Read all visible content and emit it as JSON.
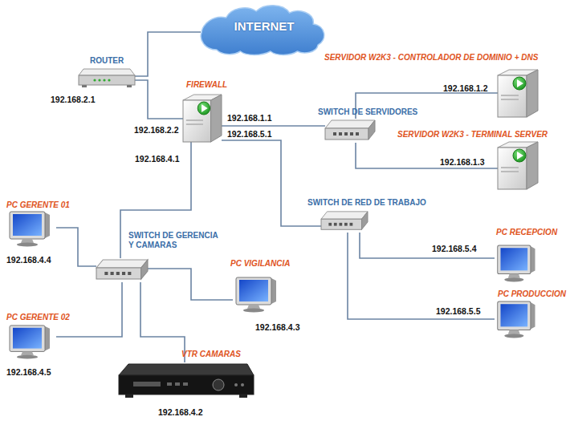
{
  "diagram": {
    "nodes": [
      {
        "text": [
          "INTERNET"
        ]
      },
      {
        "text": [
          "ROUTER",
          "192.168.2.1"
        ]
      },
      {
        "text": [
          "FIREWALL"
        ]
      },
      {
        "text": [
          "SERVIDOR W2K3 - CONTROLADOR DE DOMINIO + DNS",
          "192.168.1.2"
        ]
      },
      {
        "text": [
          "SWITCH DE SERVIDORES"
        ]
      },
      {
        "text": [
          "SERVIDOR W2K3 - TERMINAL SERVER",
          "192.168.1.3"
        ]
      },
      {
        "text": [
          "SWITCH DE RED DE TRABAJO"
        ]
      },
      {
        "text": [
          "PC GERENTE 01",
          "192.168.4.4"
        ]
      },
      {
        "text": [
          "SWITCH DE GERENCIA Y CAMARAS"
        ]
      },
      {
        "text": [
          "PC RECEPCION",
          "192.168.5.4"
        ]
      },
      {
        "text": [
          "PC VIGILANCIA",
          "192.168.4.3"
        ]
      },
      {
        "text": [
          "PC PRODUCCION",
          "192.168.5.5"
        ]
      },
      {
        "text": [
          "PC GERENTE 02",
          "192.168.4.5"
        ]
      },
      {
        "text": [
          "VTR CAMARAS",
          "192.168.4.2"
        ]
      }
    ],
    "edges": [
      {
        "from": 0,
        "to": 1,
        "arrow": "none"
      },
      {
        "from": 1,
        "to": 2,
        "arrow": "none",
        "label": "192.168.2.2"
      },
      {
        "from": 2,
        "to": 4,
        "arrow": "none",
        "label": "192.168.1.1"
      },
      {
        "from": 4,
        "to": 3,
        "arrow": "none"
      },
      {
        "from": 4,
        "to": 5,
        "arrow": "none"
      },
      {
        "from": 2,
        "to": 6,
        "arrow": "none",
        "label": "192.168.5.1"
      },
      {
        "from": 2,
        "to": 8,
        "arrow": "none",
        "label": "192.168.4.1"
      },
      {
        "from": 8,
        "to": 7,
        "arrow": "none"
      },
      {
        "from": 8,
        "to": 10,
        "arrow": "none"
      },
      {
        "from": 8,
        "to": 12,
        "arrow": "none"
      },
      {
        "from": 8,
        "to": 13,
        "arrow": "none"
      },
      {
        "from": 6,
        "to": 9,
        "arrow": "none"
      },
      {
        "from": 6,
        "to": 11,
        "arrow": "none"
      }
    ]
  }
}
